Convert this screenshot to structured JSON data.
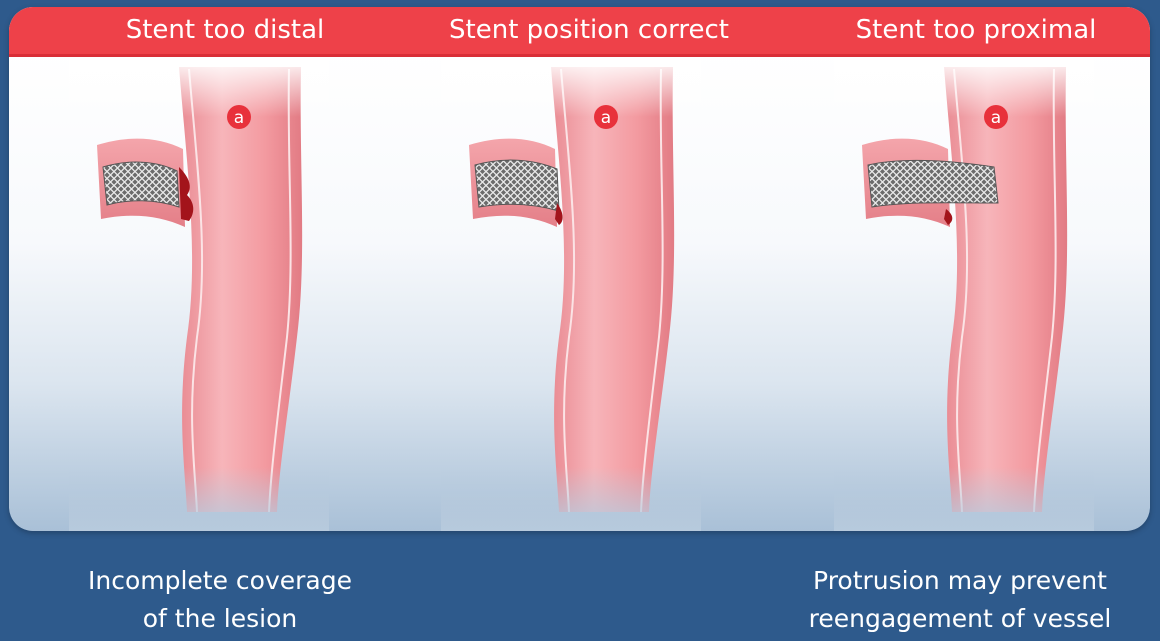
{
  "headers": [
    "Stent too distal",
    "Stent position correct",
    "Stent too proximal"
  ],
  "badge": "a",
  "captions": {
    "left": [
      "Incomplete coverage",
      "of the lesion"
    ],
    "right": [
      "Protrusion may prevent",
      "reengagement of vessel"
    ]
  },
  "colors": {
    "background": "#2e5a8c",
    "header": "#ee4149",
    "vessel": "#f39aa0",
    "badge": "#e8313b"
  }
}
